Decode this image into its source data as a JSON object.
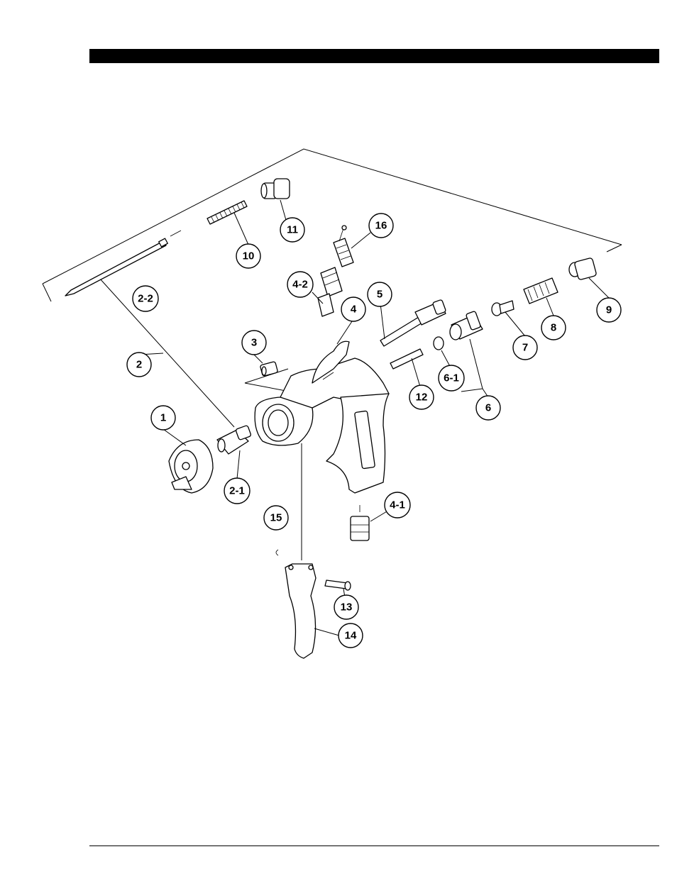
{
  "callouts": {
    "c1": "1",
    "c2": "2",
    "c2_1": "2-1",
    "c2_2": "2-2",
    "c3": "3",
    "c4": "4",
    "c4_1": "4-1",
    "c4_2": "4-2",
    "c5": "5",
    "c6": "6",
    "c6_1": "6-1",
    "c7": "7",
    "c8": "8",
    "c9": "9",
    "c10": "10",
    "c11": "11",
    "c12": "12",
    "c13": "13",
    "c14": "14",
    "c15": "15",
    "c16": "16"
  }
}
